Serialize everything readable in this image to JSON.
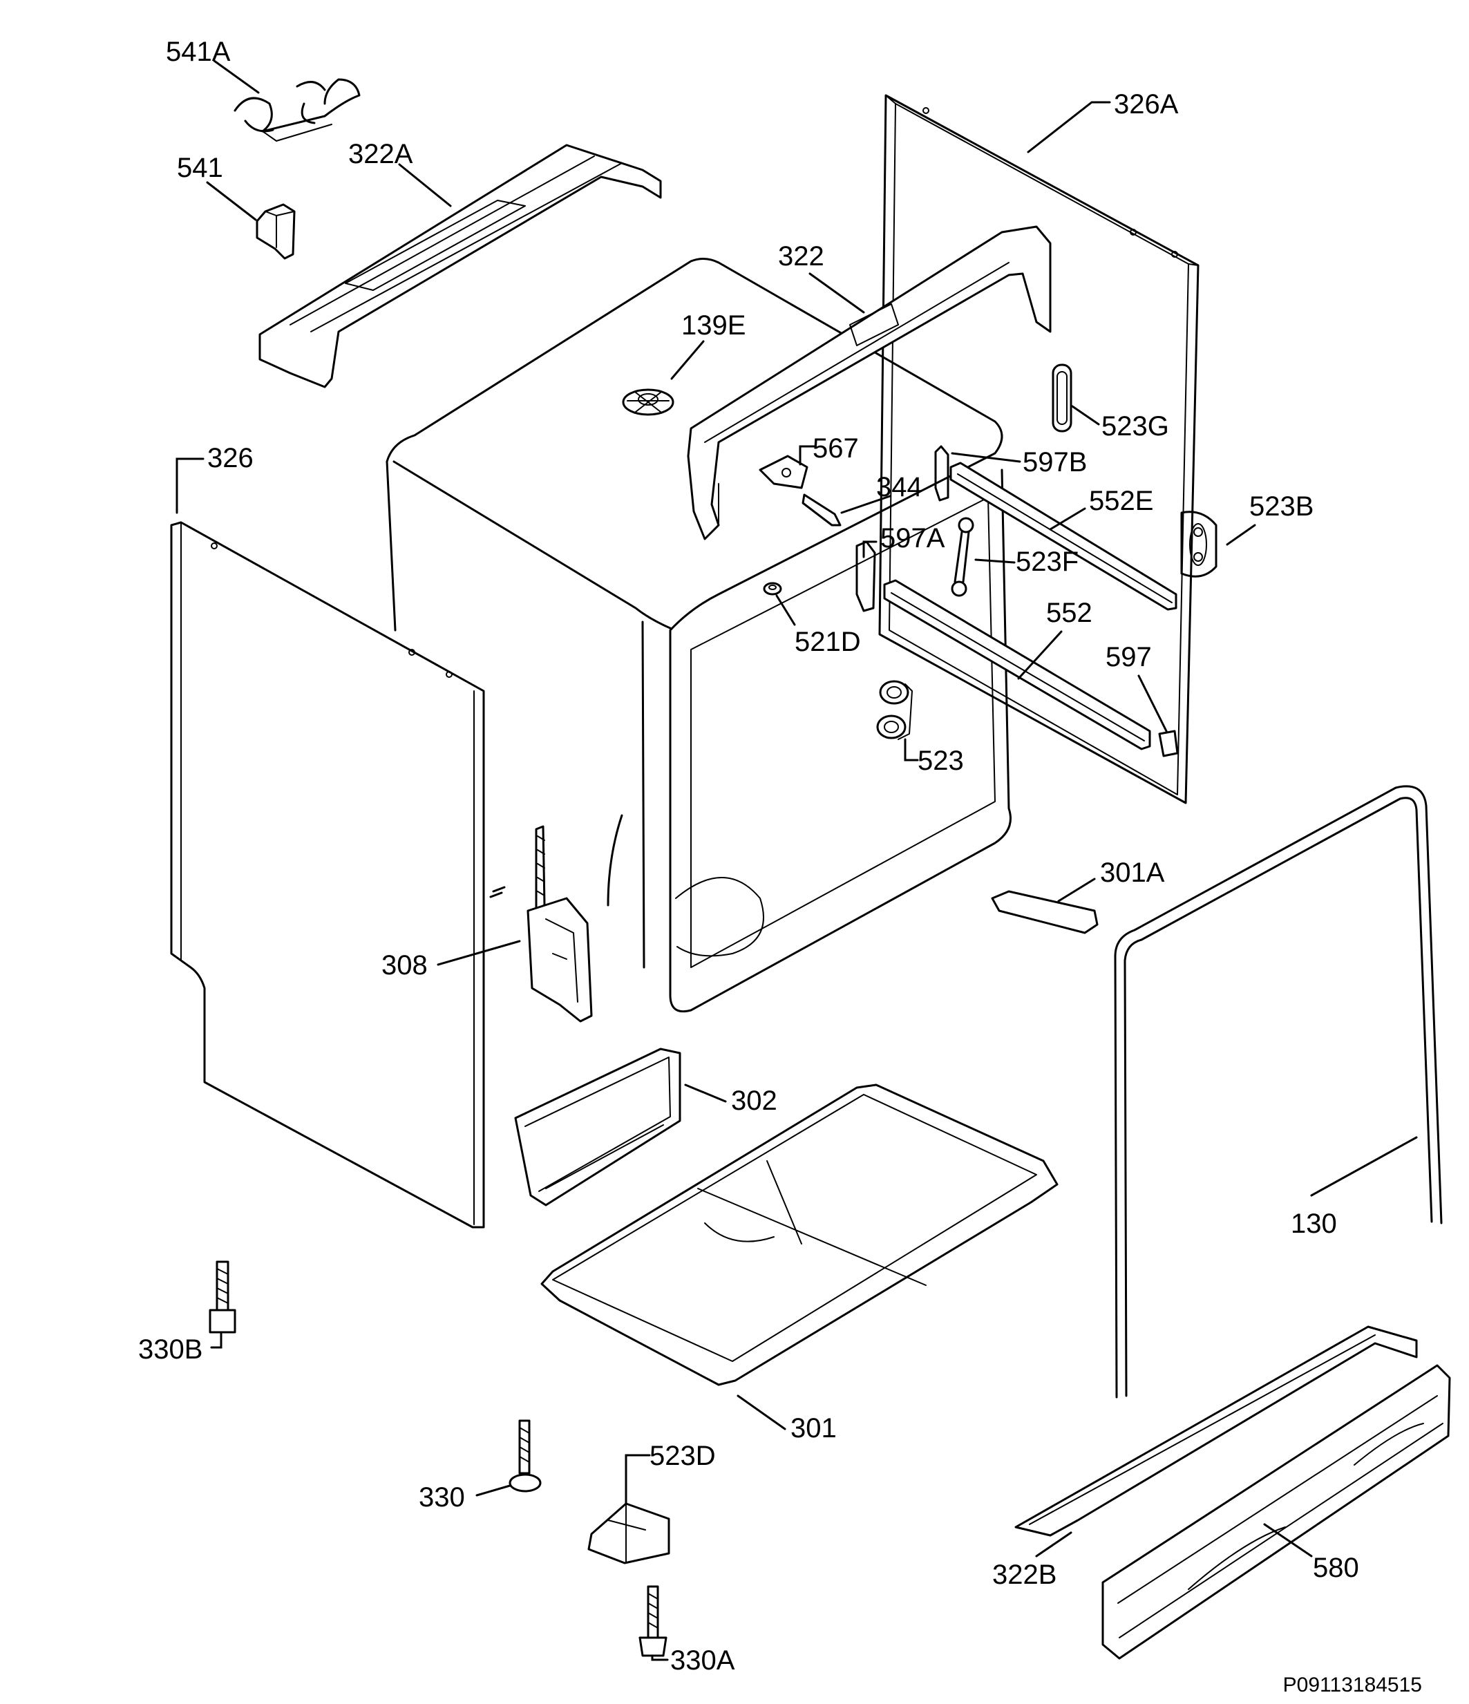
{
  "document_id": "P09113184515",
  "callouts": {
    "c541A": "541A",
    "c541": "541",
    "c322A": "322A",
    "c326A": "326A",
    "c322": "322",
    "c139E": "139E",
    "c523G": "523G",
    "c567": "567",
    "c597B": "597B",
    "c326": "326",
    "c344": "344",
    "c552E": "552E",
    "c523B": "523B",
    "c597A": "597A",
    "c523F": "523F",
    "c521D": "521D",
    "c552": "552",
    "c597": "597",
    "c523": "523",
    "c301A": "301A",
    "c308": "308",
    "c302": "302",
    "c130": "130",
    "c330B": "330B",
    "c301": "301",
    "c523D": "523D",
    "c330": "330",
    "c322B": "322B",
    "c580": "580",
    "c330A": "330A"
  }
}
